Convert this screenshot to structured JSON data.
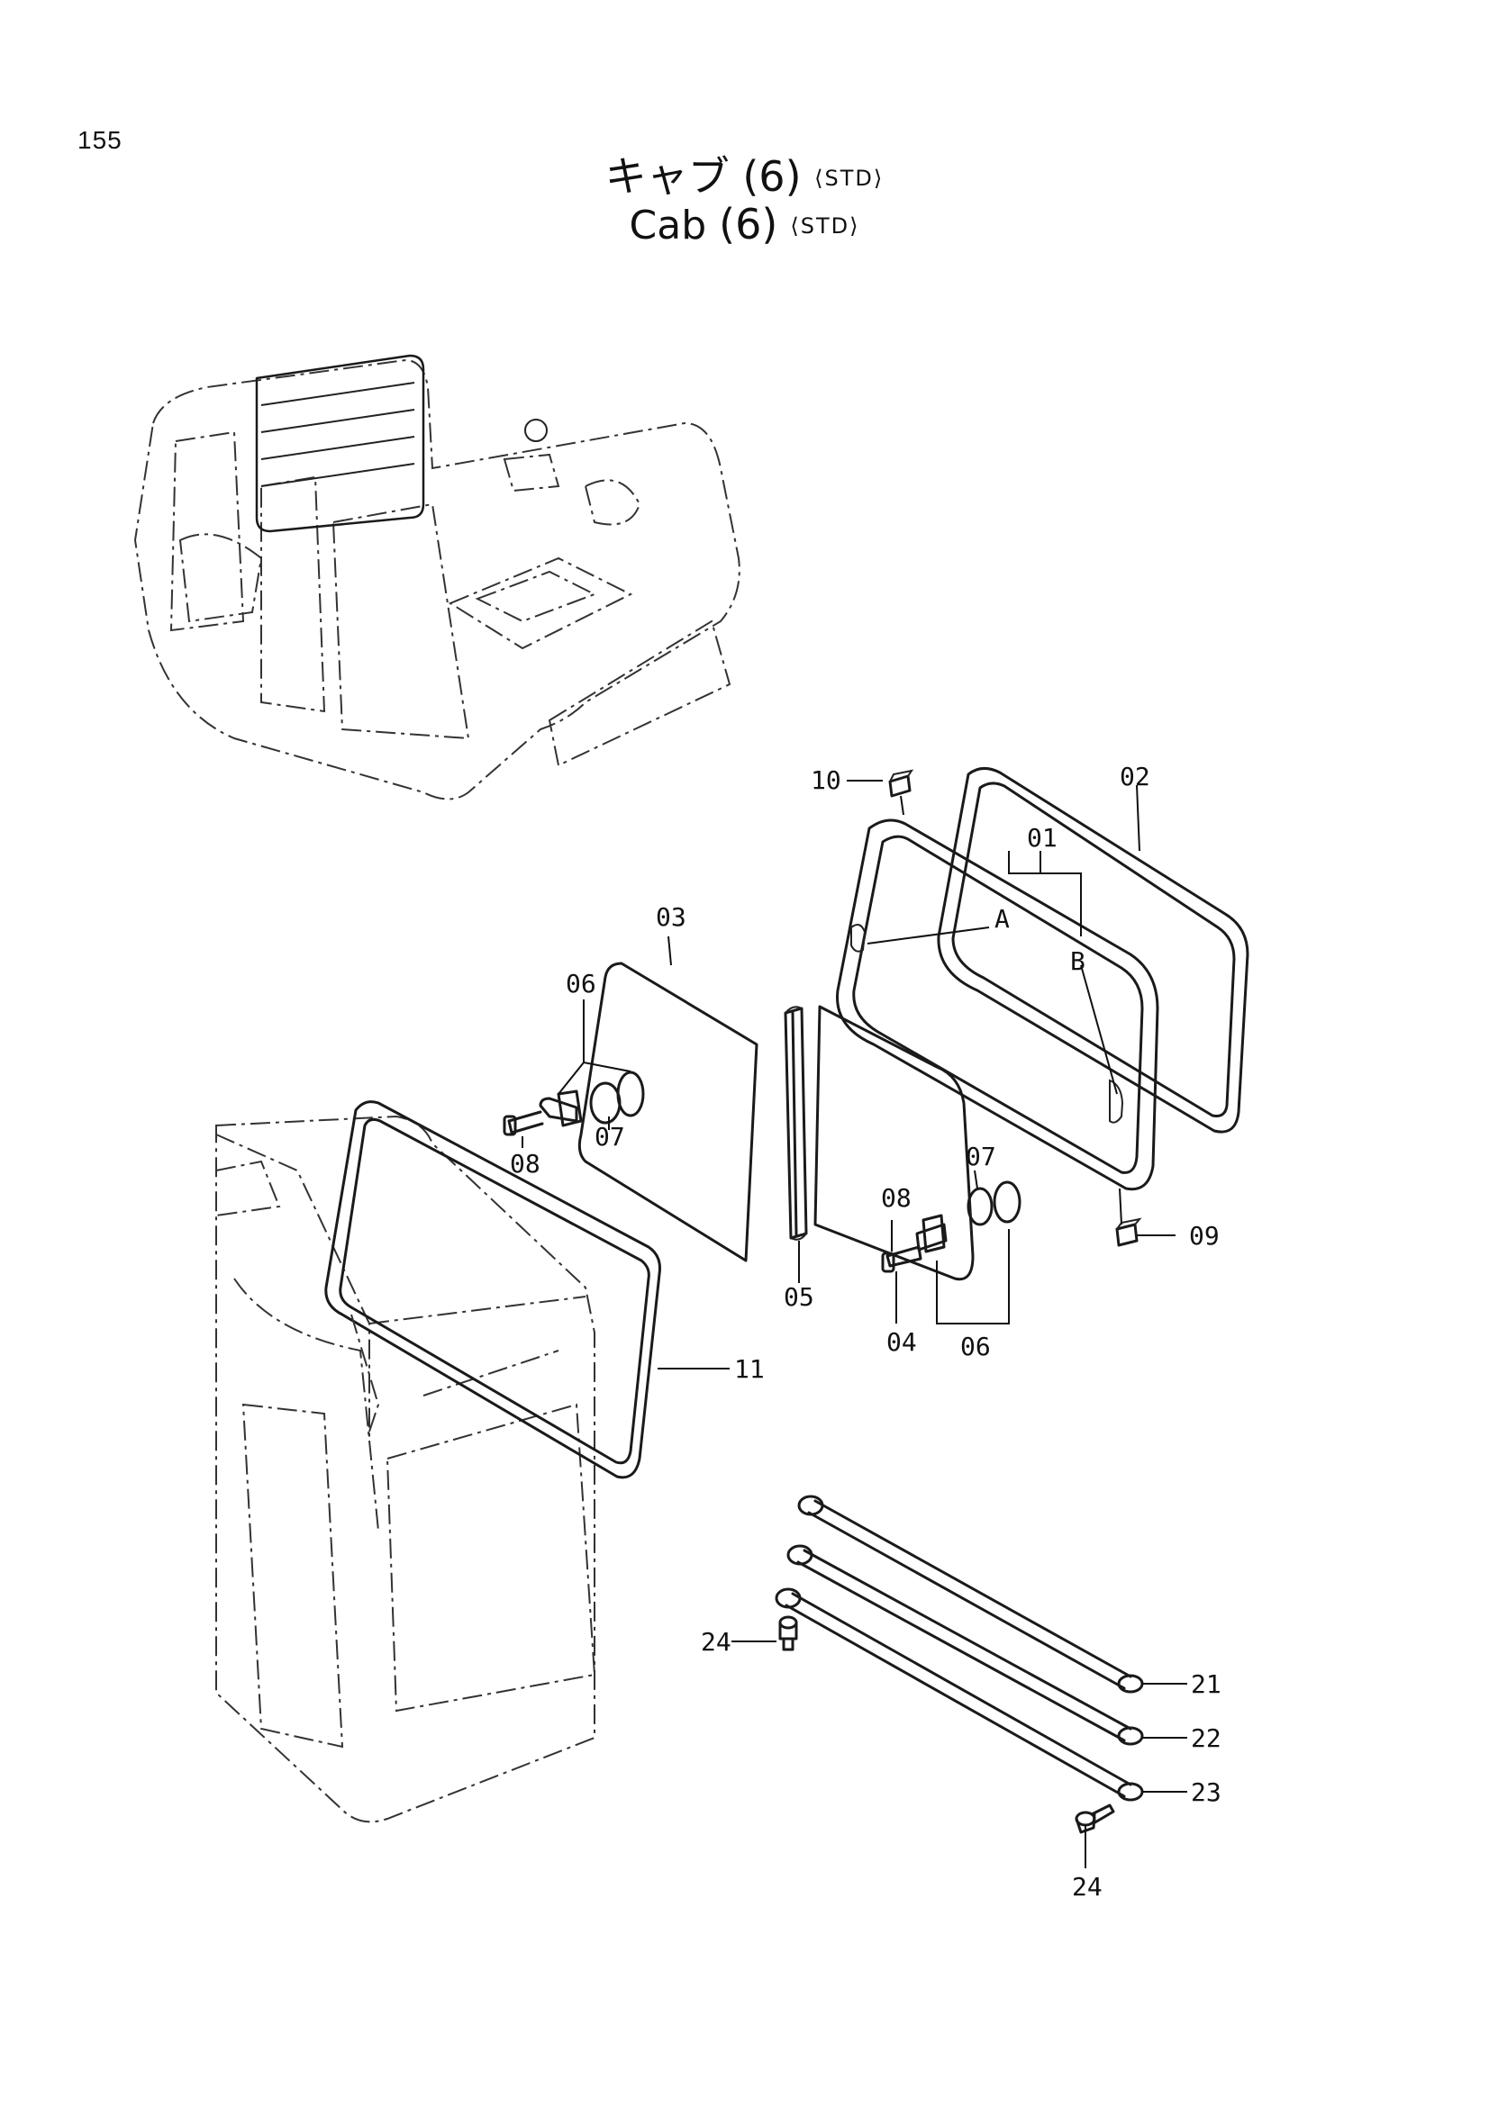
{
  "page_number": "155",
  "title": {
    "jp": "キャブ",
    "en": "Cab",
    "number": "(6)",
    "tag": "⟨STD⟩"
  },
  "callouts": {
    "c01": "01",
    "c02": "02",
    "c03": "03",
    "c04": "04",
    "c05": "05",
    "c06a": "06",
    "c06b": "06",
    "c07a": "07",
    "c07b": "07",
    "c08a": "08",
    "c08b": "08",
    "c09": "09",
    "c10": "10",
    "c11": "11",
    "c21": "21",
    "c22": "22",
    "c23": "23",
    "c24a": "24",
    "c24b": "24",
    "ref_a": "A",
    "ref_b": "B"
  }
}
